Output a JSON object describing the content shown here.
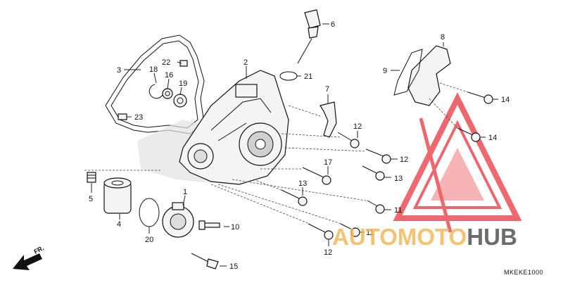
{
  "diagram_code": "MKEKE1000",
  "front_arrow_label": "FR.",
  "watermark": {
    "part1": "AUTOMOTO",
    "part2": "HUB",
    "colors": {
      "accent": "#e8434a",
      "orange": "#f1b85a",
      "gray": "#5d5d5d"
    }
  },
  "callouts": [
    "1",
    "2",
    "3",
    "4",
    "5",
    "6",
    "7",
    "8",
    "9",
    "10",
    "11",
    "11",
    "12",
    "12",
    "12",
    "13",
    "13",
    "14",
    "14",
    "15",
    "16",
    "17",
    "18",
    "19",
    "20",
    "21",
    "22",
    "23"
  ]
}
